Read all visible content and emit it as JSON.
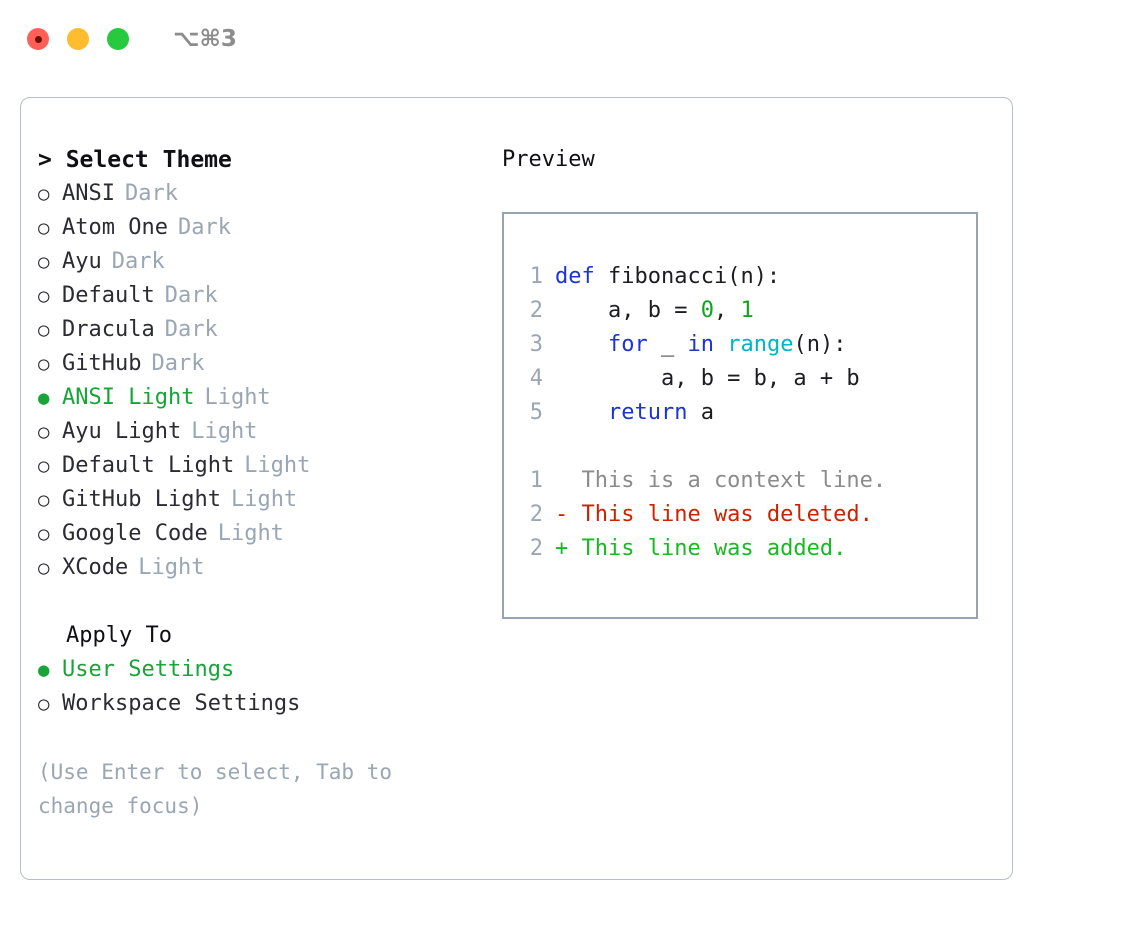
{
  "titlebar": {
    "shortcut": "⌥⌘3",
    "lights": [
      "close-red",
      "minimize-yellow",
      "zoom-green"
    ]
  },
  "left": {
    "header": "> Select Theme",
    "themes": [
      {
        "bullet": "○",
        "name": "ANSI",
        "tag": "Dark",
        "selected": false
      },
      {
        "bullet": "○",
        "name": "Atom One",
        "tag": "Dark",
        "selected": false
      },
      {
        "bullet": "○",
        "name": "Ayu",
        "tag": "Dark",
        "selected": false
      },
      {
        "bullet": "○",
        "name": "Default",
        "tag": "Dark",
        "selected": false
      },
      {
        "bullet": "○",
        "name": "Dracula",
        "tag": "Dark",
        "selected": false
      },
      {
        "bullet": "○",
        "name": "GitHub",
        "tag": "Dark",
        "selected": false
      },
      {
        "bullet": "●",
        "name": "ANSI Light",
        "tag": "Light",
        "selected": true
      },
      {
        "bullet": "○",
        "name": "Ayu Light",
        "tag": "Light",
        "selected": false
      },
      {
        "bullet": "○",
        "name": "Default Light",
        "tag": "Light",
        "selected": false
      },
      {
        "bullet": "○",
        "name": "GitHub Light",
        "tag": "Light",
        "selected": false
      },
      {
        "bullet": "○",
        "name": "Google Code",
        "tag": "Light",
        "selected": false
      },
      {
        "bullet": "○",
        "name": "XCode",
        "tag": "Light",
        "selected": false
      }
    ],
    "apply_to_title": "Apply To",
    "apply_options": [
      {
        "bullet": "●",
        "name": "User Settings",
        "selected": true
      },
      {
        "bullet": "○",
        "name": "Workspace Settings",
        "selected": false
      }
    ],
    "hint": "(Use Enter to select, Tab to change focus)"
  },
  "right": {
    "preview_title": "Preview",
    "code_lines": [
      {
        "num": "1",
        "tokens": [
          {
            "t": "def",
            "c": "kw"
          },
          {
            "t": " fibonacci(n):",
            "c": "plain"
          }
        ]
      },
      {
        "num": "2",
        "tokens": [
          {
            "t": "    a, b = ",
            "c": "plain"
          },
          {
            "t": "0",
            "c": "num"
          },
          {
            "t": ", ",
            "c": "plain"
          },
          {
            "t": "1",
            "c": "num"
          }
        ]
      },
      {
        "num": "3",
        "tokens": [
          {
            "t": "    ",
            "c": "plain"
          },
          {
            "t": "for",
            "c": "kw"
          },
          {
            "t": " _ ",
            "c": "plain"
          },
          {
            "t": "in",
            "c": "kw"
          },
          {
            "t": " ",
            "c": "plain"
          },
          {
            "t": "range",
            "c": "fn"
          },
          {
            "t": "(n):",
            "c": "plain"
          }
        ]
      },
      {
        "num": "4",
        "tokens": [
          {
            "t": "        a, b = b, a + b",
            "c": "plain"
          }
        ]
      },
      {
        "num": "5",
        "tokens": [
          {
            "t": "    ",
            "c": "plain"
          },
          {
            "t": "return",
            "c": "kw"
          },
          {
            "t": " a",
            "c": "plain"
          }
        ]
      }
    ],
    "diff_lines": [
      {
        "num": "1",
        "marker": "  ",
        "text": "This is a context line.",
        "kind": "ctx"
      },
      {
        "num": "2",
        "marker": "- ",
        "text": "This line was deleted.",
        "kind": "del"
      },
      {
        "num": "2",
        "marker": "+ ",
        "text": "This line was added.",
        "kind": "add"
      }
    ]
  },
  "colors": {
    "accent_green": "#17a538",
    "muted": "#9aa6b4",
    "keyword_blue": "#1b34d2",
    "function_cyan": "#00b6c6",
    "number_green": "#13a324",
    "diff_deleted": "#cb2200",
    "diff_added": "#16bb23",
    "border": "#97a3b3",
    "panel_border": "#b6bfcc"
  }
}
